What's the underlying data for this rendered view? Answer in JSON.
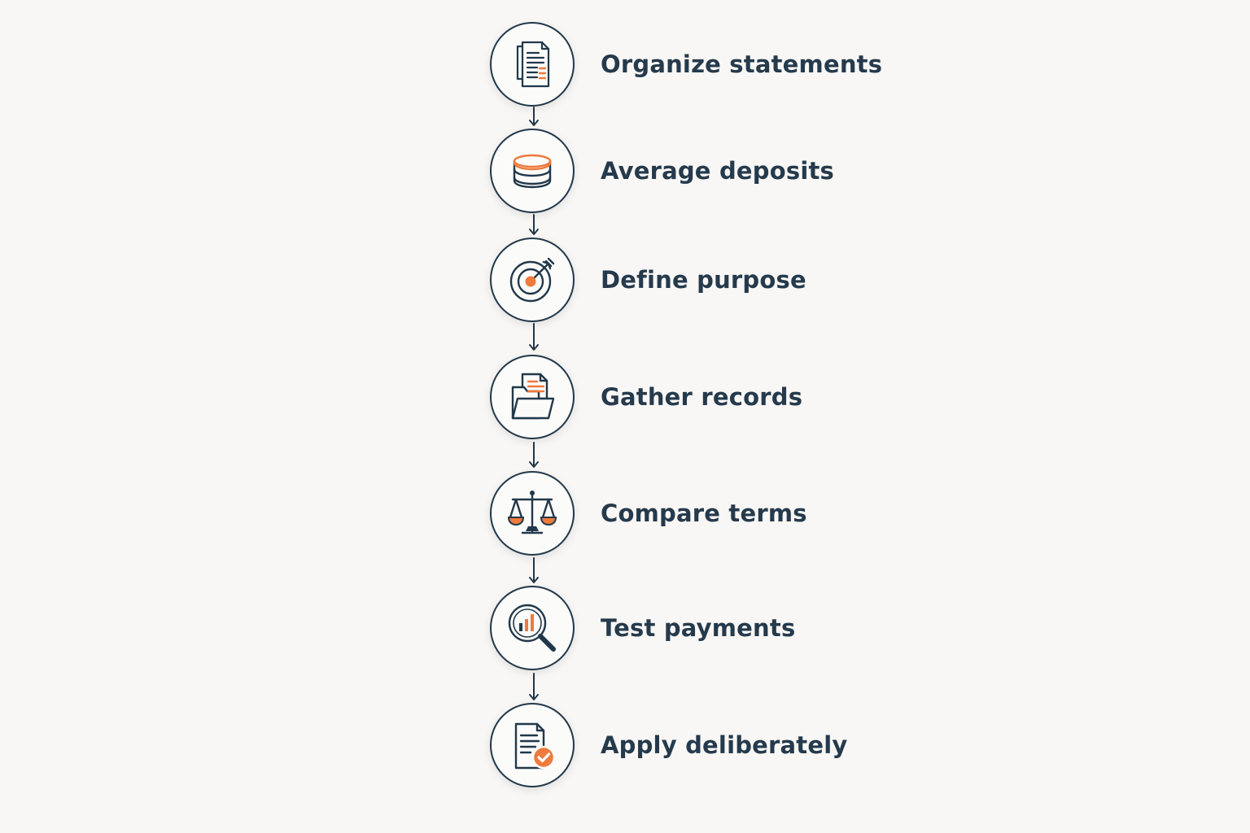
{
  "colors": {
    "background": "#f8f7f5",
    "ink": "#22384a",
    "accent": "#ee7a3b"
  },
  "steps": [
    {
      "label": "Organize statements",
      "icon": "documents-icon"
    },
    {
      "label": "Average deposits",
      "icon": "coin-stack-icon"
    },
    {
      "label": "Define purpose",
      "icon": "target-icon"
    },
    {
      "label": "Gather records",
      "icon": "folder-icon"
    },
    {
      "label": "Compare terms",
      "icon": "scale-icon"
    },
    {
      "label": "Test payments",
      "icon": "magnifier-chart-icon"
    },
    {
      "label": "Apply deliberately",
      "icon": "document-check-icon"
    }
  ]
}
